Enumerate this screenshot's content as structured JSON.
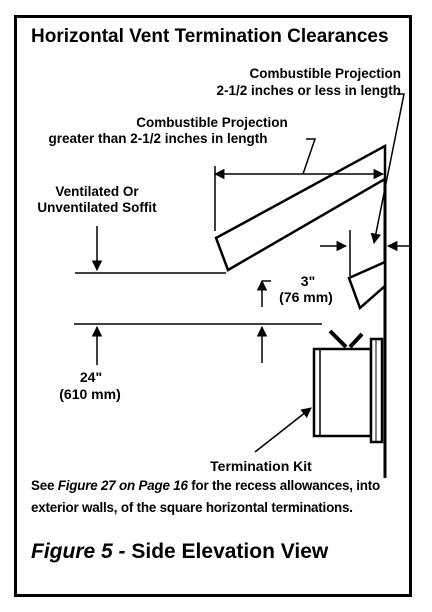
{
  "title": "Horizontal Vent Termination Clearances",
  "labels": {
    "proj_small_1": "Combustible Projection",
    "proj_small_2": "2-1/2 inches or less in length",
    "proj_large_1": "Combustible Projection",
    "proj_large_2": "greater than 2-1/2 inches in length",
    "soffit_1": "Ventilated Or",
    "soffit_2": "Unventilated Soffit",
    "dim3_1": "3\"",
    "dim3_2": "(76 mm)",
    "dim24_1": "24\"",
    "dim24_2": "(610 mm)",
    "term_kit": "Termination Kit"
  },
  "note": {
    "lead": "See",
    "ref": "Figure 27 on Page 16",
    "rest": "for the recess allowances, into exterior walls, of the square horizontal terminations."
  },
  "caption": {
    "figure": "Figure 5 -",
    "view": "Side Elevation View"
  }
}
